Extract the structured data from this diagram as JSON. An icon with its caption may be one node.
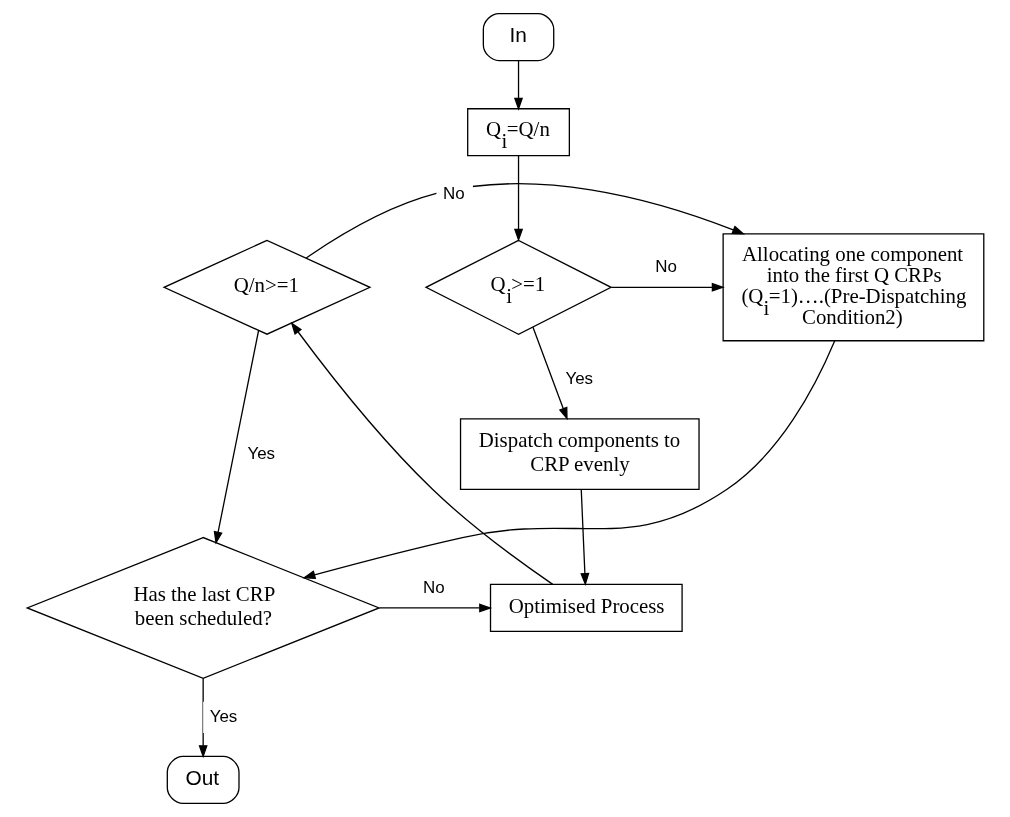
{
  "diagram": {
    "nodes": [
      {
        "text": [
          "In"
        ]
      },
      {
        "text": [
          "Q$_{i}$=Q/n"
        ]
      },
      {
        "text": [
          "Q$_{i}$>=1"
        ]
      },
      {
        "text": [
          "Allocating one component into the first Q CRPs (Q$_{i}$=1)….(Pre-Dispatching Condition2)"
        ]
      },
      {
        "text": [
          "Q/n>=1"
        ]
      },
      {
        "text": [
          "Dispatch components to CRP evenly"
        ]
      },
      {
        "text": [
          "Has the last CRP been scheduled?"
        ]
      },
      {
        "text": [
          "Optimised Process"
        ]
      },
      {
        "text": [
          "Out"
        ]
      }
    ],
    "edges": [
      {
        "from": 0,
        "to": 1,
        "arrow": "to"
      },
      {
        "from": 1,
        "to": 2,
        "arrow": "to"
      },
      {
        "from": 2,
        "to": 3,
        "arrow": "to",
        "label": "No"
      },
      {
        "from": 2,
        "to": 5,
        "arrow": "to",
        "label": "Yes"
      },
      {
        "from": 4,
        "to": 3,
        "arrow": "to",
        "label": "No"
      },
      {
        "from": 4,
        "to": 6,
        "arrow": "to",
        "label": "Yes"
      },
      {
        "from": 3,
        "to": 6,
        "arrow": "to"
      },
      {
        "from": 5,
        "to": 7,
        "arrow": "to"
      },
      {
        "from": 6,
        "to": 7,
        "arrow": "to",
        "label": "No"
      },
      {
        "from": 6,
        "to": 8,
        "arrow": "to",
        "label": "Yes"
      },
      {
        "from": 7,
        "to": 4,
        "arrow": "to"
      }
    ]
  }
}
